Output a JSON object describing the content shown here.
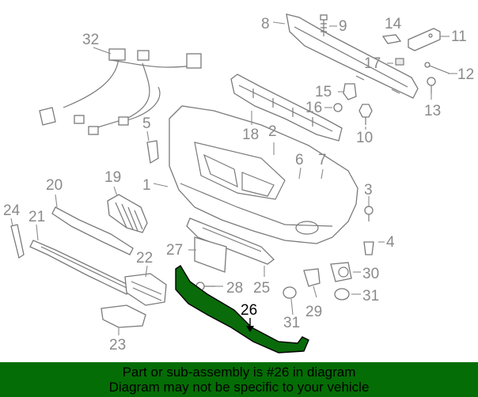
{
  "diagram": {
    "labels": {
      "p1": "1",
      "p2": "2",
      "p3": "3",
      "p4": "4",
      "p5": "5",
      "p6": "6",
      "p7": "7",
      "p8": "8",
      "p9": "9",
      "p10": "10",
      "p11": "11",
      "p12": "12",
      "p13": "13",
      "p14": "14",
      "p15": "15",
      "p16": "16",
      "p17": "17",
      "p18": "18",
      "p19": "19",
      "p20": "20",
      "p21": "21",
      "p22": "22",
      "p23": "23",
      "p24": "24",
      "p25": "25",
      "p26": "26",
      "p27": "27",
      "p28": "28",
      "p29": "29",
      "p30": "30",
      "p31": "31",
      "p32": "32"
    },
    "highlight_color": "#0a6b0a"
  },
  "banner": {
    "line1": "Part or sub-assembly is #26 in diagram",
    "line2": "Diagram may not be specific to your vehicle",
    "color": "#056d05"
  }
}
